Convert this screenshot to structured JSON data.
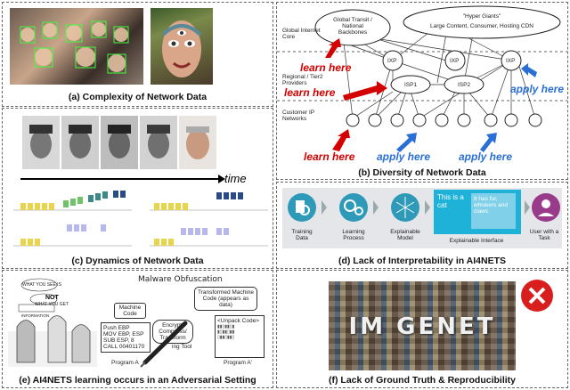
{
  "panels": {
    "a": {
      "caption": "(a) Complexity of Network Data"
    },
    "b": {
      "caption": "(b) Diversity of Network Data",
      "labels": {
        "core": "Global Internet Core",
        "regional": "Regional / Tier2 Providers",
        "customer": "Customer IP Networks"
      },
      "nodes": {
        "transit": "Global Transit / National Backbones",
        "hyper": "\"Hyper Giants\"",
        "hyper_sub": "Large Content, Consumer, Hosting CDN",
        "ixp": "IXP",
        "isp1": "ISP1",
        "isp2": "ISP2"
      },
      "annotations": {
        "learn": "learn here",
        "apply": "apply here"
      },
      "colors": {
        "learn": "#d40000",
        "apply": "#2a6fd6"
      }
    },
    "c": {
      "caption": "(c) Dynamics of Network Data",
      "time_label": "time"
    },
    "d": {
      "caption": "(d) Lack of Interpretability in AI4NETS",
      "steps": [
        "Training Data",
        "Learning Process",
        "Explainable Model",
        "Explainable Interface",
        "User with a Task"
      ],
      "cat_text": "This is a cat",
      "cat_reason": "It has fur, whiskers and claws"
    },
    "e": {
      "caption": "(e) AI4NETS learning occurs in an Adversarial Setting",
      "bubble1": "WHAT YOU SEE IS",
      "bubble_not": "NOT",
      "bubble2": "WHAT YOU GET",
      "sign": "INFORMATION",
      "title": "Malware Obfuscation",
      "machine_code": "Machine Code",
      "transformed": "Transformed Machine Code (appears as data)",
      "encrypt": "Encrypt/ Compress/ Transform",
      "tool": "ing Tool",
      "code_left": [
        "Push EBP",
        "MOV EBP, ESP",
        "SUB ESP, 8",
        "CALL 00401170"
      ],
      "unpack": "<Unpack Code>",
      "program_a": "Program A",
      "program_a2": "Program A'"
    },
    "f": {
      "caption": "(f) Lack of Ground Truth & Reproducibility",
      "logo": "IM GENET"
    }
  }
}
